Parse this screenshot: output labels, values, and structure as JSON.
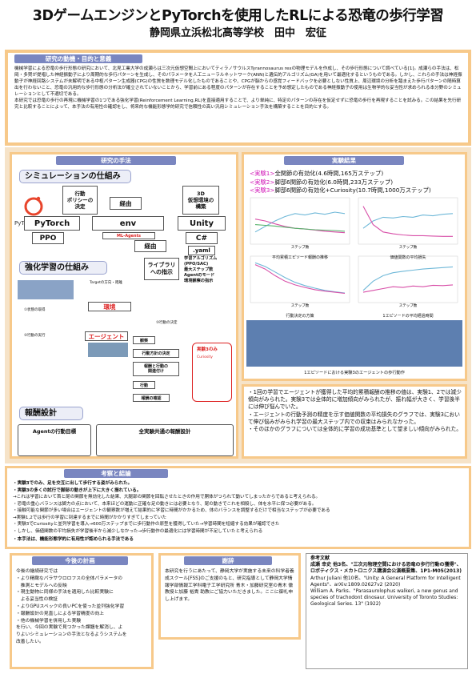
{
  "title": "3Dゲームエンジンとを使用したRLによる恐竜の歩行学習",
  "title_en": "PyTorch",
  "author": "静岡県立浜松北高等学校　田中　宏征",
  "sections": {
    "intro": "研究の動機・目的と意義",
    "method": "研究の手法",
    "results": "実験結果",
    "discussion": "考察と結論",
    "future": "今後の計画",
    "thanks": "謝辞"
  },
  "intro_text": "機械学習による恐竜の歩行形態の研究において、北見工業大学の成瀬らは三次元仮想空間上においてティラノサウルスTyrannosaurus rexの物理モデルを作成し、その歩行形態について調べている[1]。成瀬らの手法は、松岡・多賀が提唱した神経振動子により周期的な歩行パターンを生成し、そのパラメータを人工ニューラルネットワーク(ANN)と遺伝的アルゴリズム(GA)を用いて最適化するというものである。しかし、これらの手法は神経振動子が神経回路システムが未解明である中枢パターン生成器(CPG)の性質を数理モデル化したものであることや、CPGが脳からの感覚フィードバックを必要としない性質上、周辺環境の分析を踏まえた歩行パターンの随時算出を行わないこと、恐竜の汎用的な歩行形態の分析法が確立されていないことから、学習前にある程度のパターンが存在することを予め想定したものである神経振動子の使用は生物学的な妥当性が求められる本分野のシミュレーションとして不適切である。\n本研究では恐竜の歩行の再現に機械学習の1つである強化学習(Reinforcement Learning,RL)を直接適用することで、より単純に、特定のパターンの存在を仮定せずに恐竜の歩行を再現することを試みる。この結果を先行研究と比較することによって、本手法の有用性の確認をし、将来的な機能形態学的研究で信頼性の高い汎用シミュレーション手法を構築することを目的とする。",
  "method": {
    "sim_title": "シミュレーションの仕組み",
    "pytorch_logo": "PyTorch",
    "action_policy": "行動\nポリシーの\n決定",
    "virtual_env": "3D\n仮想環境の\n構築",
    "via1": "経由",
    "via2": "経由",
    "pytorch": "PyTorch",
    "env": "env",
    "unity": "Unity",
    "ppo": "PPO",
    "mlagents": "ML-Agents",
    "csharp": "C#",
    "yaml": ".yaml",
    "rl_title": "強化学習の仕組み",
    "library": "ライブラリ\nへの指示",
    "lib_items": [
      "学習アルゴリズム",
      "(PPO/SAC)",
      "最大ステップ数",
      "Agentのモード",
      "環境観察の指示"
    ],
    "env_label": "環境",
    "agent_label": "エージェント",
    "obs": "観察",
    "decide": "行動方針の決定",
    "reward_calc": "報酬と行動の\n関連付け",
    "act": "行動",
    "confirm": "報酬の確認",
    "exp3": "実験3のみ",
    "reward_title": "報酬設計",
    "agent_reward": "Agentの行動目標",
    "common_reward": "全実験共通の報酬設計",
    "target_text": "Targetの方向・距離",
    "target_text2": "Agentの歩行方向",
    "lower1": "①状態の取得",
    "lower2": "②行動の実行",
    "lower3": "③行動の決定",
    "curiosity": "Curiosity"
  },
  "results": {
    "lines": [
      {
        "tag": "<実験1>",
        "text": "全関節の有効化(4.6時間,165万ステップ)"
      },
      {
        "tag": "<実験2>",
        "text": "脚部6関節の有効化(6.0時間,233万ステップ)"
      },
      {
        "tag": "<実験3>",
        "text": "脚部6関節の有効化+Curiosity(10.7時間,1000万ステップ)"
      }
    ],
    "captions": [
      "平均累積エピソード報酬の推移",
      "価値関数の平均損失",
      "行動決定の方策",
      "1エピソードの平均経過時間"
    ],
    "xlabel": "ステップ数",
    "walk_caption": "1エピソードにおける実験3のエージェントの歩行動作",
    "bullets": [
      "・1回の学習でエージェントが獲得した平均的累積報酬の推移の値は、実験1、2では減少傾向がみられた。実験3では全体的に増加傾向がみられたが、振れ幅が大きく、学習後半には伸び悩んでいた。",
      "・エージェントの行動予測の精度を示す価値関数の平均損失のグラフでは、実験3において伸び悩みがみられ学習の最大ステップ内での収束はみられなかった。",
      "・そのほかのグラフについては全体的に学習の成功基準として望ましい傾向がみられた。"
    ]
  },
  "chart_data": [
    {
      "type": "line",
      "title": "",
      "xlabel": "ステップ数",
      "ylabel": "",
      "caption": "平均累積エピソード報酬の推移",
      "series": [
        {
          "values": [
            0.2,
            0.35,
            0.5,
            0.62,
            0.7,
            0.66,
            0.72,
            0.68,
            0.74,
            0.7
          ]
        },
        {
          "values": [
            0.55,
            0.5,
            0.42,
            0.35,
            0.3,
            0.28,
            0.25,
            0.22,
            0.2,
            0.18
          ]
        },
        {
          "values": [
            0.4,
            0.38,
            0.36,
            0.33,
            0.3,
            0.28,
            0.26,
            0.25,
            0.24,
            0.22
          ]
        }
      ]
    },
    {
      "type": "line",
      "title": "",
      "xlabel": "ステップ数",
      "ylabel": "",
      "caption": "価値関数の平均損失",
      "series": [
        {
          "values": [
            0.3,
            0.5,
            0.6,
            0.58,
            0.62,
            0.6,
            0.66,
            0.64,
            0.68,
            0.7
          ]
        },
        {
          "values": [
            0.9,
            0.4,
            0.2,
            0.15,
            0.12,
            0.1,
            0.1,
            0.09,
            0.08,
            0.08
          ]
        }
      ]
    },
    {
      "type": "line",
      "title": "",
      "xlabel": "ステップ数",
      "ylabel": "",
      "caption": "行動決定の方策",
      "series": [
        {
          "values": [
            0.95,
            0.85,
            0.7,
            0.55,
            0.42,
            0.33,
            0.26,
            0.2,
            0.16,
            0.13
          ]
        },
        {
          "values": [
            0.9,
            0.78,
            0.6,
            0.45,
            0.35,
            0.28,
            0.22,
            0.18,
            0.15,
            0.12
          ]
        }
      ]
    },
    {
      "type": "line",
      "title": "",
      "xlabel": "ステップ数",
      "ylabel": "",
      "caption": "1エピソードの平均経過時間",
      "series": [
        {
          "values": [
            0.2,
            0.45,
            0.6,
            0.68,
            0.72,
            0.75,
            0.78,
            0.8,
            0.82,
            0.84
          ]
        },
        {
          "values": [
            0.15,
            0.2,
            0.25,
            0.3,
            0.28,
            0.32,
            0.3,
            0.34,
            0.33,
            0.35
          ]
        }
      ]
    }
  ],
  "discussion_lines": [
    "・実験3でのみ、足を交互に出して歩行する姿がみられた。",
    "・実験3の多くの試行で脚部の動きが上下に大きく振れている。",
    "→これは学習において首と尾の関節を無効化した結果、大腿部の関節を回転させたときの作用で胴体がつられて動いてしまったからであると考えられる。",
    "・恐竜の重心バランスは脚力の点において、本来ほどの運動に正確な足の動きには必要となり、尾の動きでこれを相殺し、体を水平に保つ必要がある。",
    "・接触可能な関節が多い場合はエージェントの観察数が増えて結果的に学習に時間がかかるため、体のバランスを調整するだけで相当なステップが必要である",
    "→実験1,2では歩行の学習に到達するまでに時間がかかりすぎてしまっていた",
    "・実験3でCuriosityと並列学習を導入→600万ステップまでに歩行動作の原型を獲得していた→学習時間を短縮する効果が確認できた",
    "・しかし、価値関数の平均損失が学習後半から減少しなかった→歩行動作の最適化には学習時間が不足していたと考えられる",
    "・本手法は、機能形態学的に有用性が認められる手法である"
  ],
  "future_lines": [
    "今後の継続研究では",
    "・より精緻なパラサウロロフスの全体パラメータの",
    "　推測とモデルへの反映",
    "・現生動物に同様の手法を適用した比較実験に",
    "　よる妥当性の検証",
    "・よりGPUスペックの良いPCを使った並列強化学習",
    "・報酬設計の見直しによる学習精度の向上",
    "・他の機械学習を併用した実験",
    "を行い、今回の実験で見つかった課題を解消し、よ",
    "りよいシミュレーションの手法となるようシステムを",
    "改善したい。"
  ],
  "thanks_text": "本研究を行うにあたって、静岡大学が実施する未来の科学者養成スクール[FSS]のご支援のもと、研究指導として静岡大学情報学部情報工学科電子工学研究所 青木・加藤研究室の青木 徹 教授と加藤 裕貴 助教にご協力いただきました。ここに御礼申し上げます。",
  "refs": {
    "title": "参考文献",
    "r1": "成瀬 幸史 他3名、\"三次元物理空間における恐竜の歩行行動の獲得\"、ロボティクス・メカトロニクス講演会公演概要集、1P1-M05(2013)",
    "r2": "Arthur Juliani 他10名、\"Unity: A General Platform for Intelligent Agents\"、arXiv:1809.02627v2 (2020)",
    "r3": "William A. Parks、\"Parasaurolophus walkeri, a new genus and species of trachodont dinosaur. University of Toronto Studies: Geological Series. 13\" (1922)"
  }
}
